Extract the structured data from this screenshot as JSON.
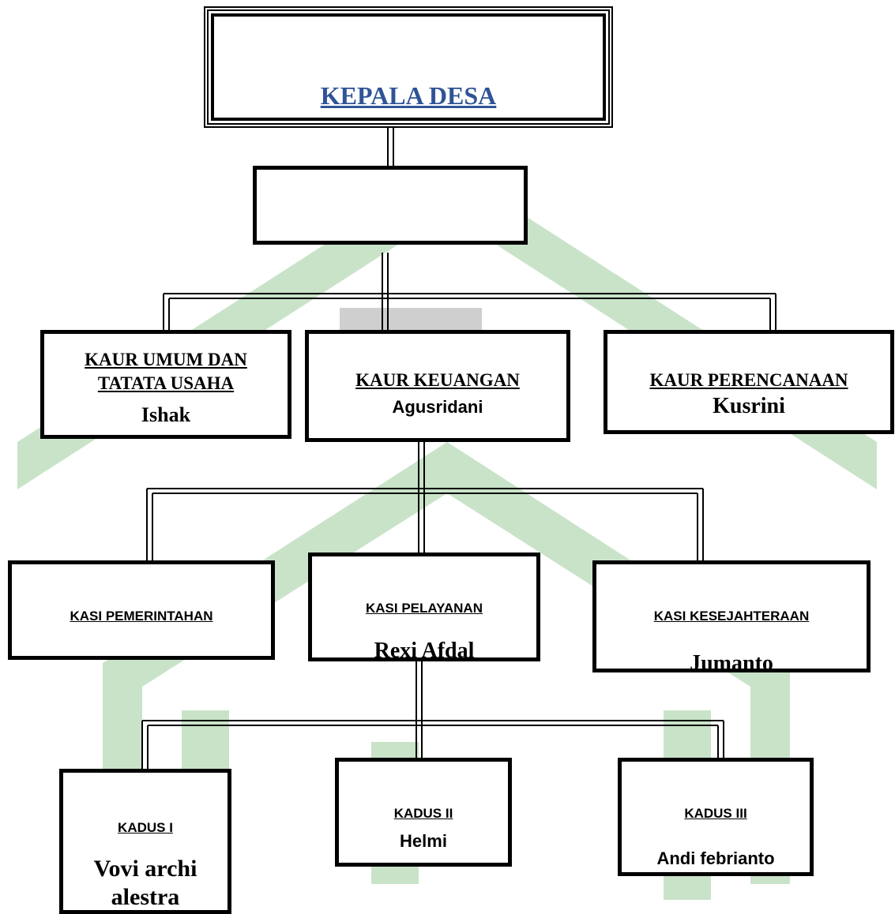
{
  "colors": {
    "box_border": "#000000",
    "title_link": "#2f5496",
    "watermark_green": "#c9e3c9",
    "watermark_grey": "#cfcfcf"
  },
  "nodes": {
    "kepala_desa": {
      "title": "KEPALA DESA",
      "name": ""
    },
    "sekretaris": {
      "title": "",
      "name": ""
    },
    "kaur_umum": {
      "title": "KAUR UMUM DAN TATATA USAHA",
      "name": "Ishak"
    },
    "kaur_keuangan": {
      "title": "KAUR KEUANGAN",
      "name": "Agusridani"
    },
    "kaur_perencanaan": {
      "title": "KAUR PERENCANAAN",
      "name": "Kusrini"
    },
    "kasi_pemerintahan": {
      "title": "KASI PEMERINTAHAN",
      "name": ""
    },
    "kasi_pelayanan": {
      "title": "KASI PELAYANAN",
      "name": "Rexi Afdal"
    },
    "kasi_kesejahteraan": {
      "title": "KASI KESEJAHTERAAN",
      "name": "Jumanto"
    },
    "kadus_1": {
      "title": "KADUS I",
      "name": "Vovi archi alestra"
    },
    "kadus_2": {
      "title": "KADUS II",
      "name": "Helmi"
    },
    "kadus_3": {
      "title": "KADUS III",
      "name": "Andi febrianto"
    }
  }
}
